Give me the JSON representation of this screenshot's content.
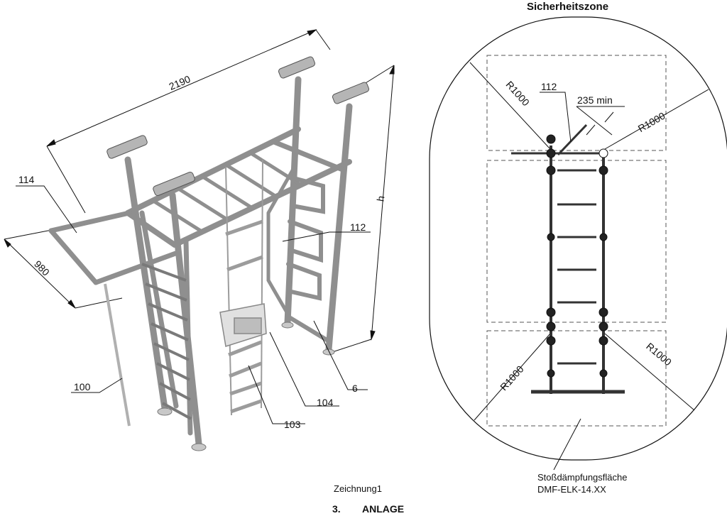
{
  "left_drawing": {
    "dims": {
      "width": "2190",
      "depth": "980",
      "height": "h"
    },
    "labels": {
      "l114": "114",
      "l112": "112",
      "l100": "100",
      "l103": "103",
      "l104": "104",
      "l6": "6"
    }
  },
  "right_drawing": {
    "title": "Sicherheitszone",
    "labels": {
      "l112": "112",
      "dist": "235 min"
    },
    "radii": {
      "tl": "R1000",
      "tr": "R1000",
      "bl": "R1000",
      "br": "R1000"
    },
    "mat_line1": "Stoßdämpfungsfläche",
    "mat_line2": "DMF-ELK-14.XX"
  },
  "caption": "Zeichnung1",
  "section": {
    "number": "3.",
    "title": "ANLAGE"
  },
  "colors": {
    "line": "#111111",
    "frame": "#9a9a9a",
    "frame_dark": "#6e6e6e",
    "dash": "#555555"
  }
}
